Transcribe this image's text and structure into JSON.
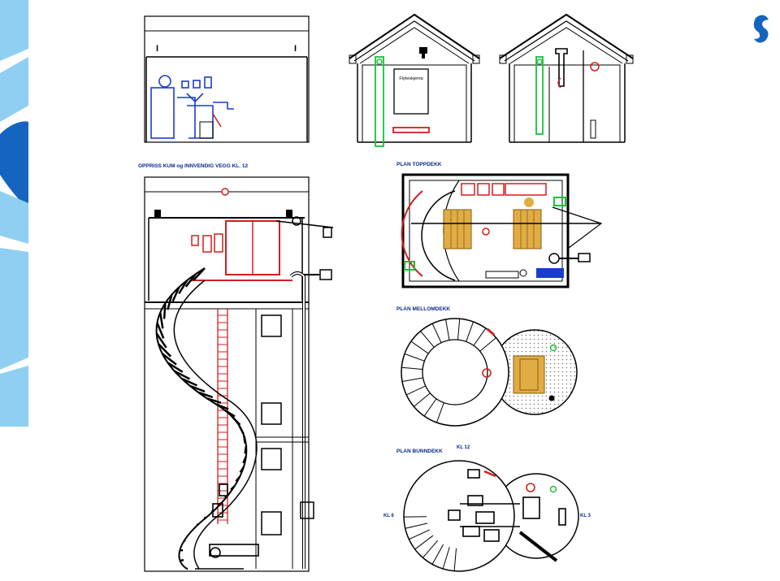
{
  "labels": {
    "elevation_title": "OPPRISS KUM og INNVENDIG VEGG KL. 12",
    "plan_top": "PLAN TOPPDEKK",
    "plan_mid": "PLAN MELLOMDEKK",
    "plan_bottom": "PLAN BUNNDEKK",
    "kl12": "KL 12",
    "kl6": "KL 6",
    "kl3": "KL 3",
    "sign": "Flyteskjema"
  },
  "colors": {
    "line": "#000000",
    "pipe_blue": "#1a3ccf",
    "red": "#d21e1e",
    "green": "#18c23a",
    "grating": "#e0ad45",
    "logo_blue": "#1565c0",
    "logo_light": "#8fd0f2"
  }
}
